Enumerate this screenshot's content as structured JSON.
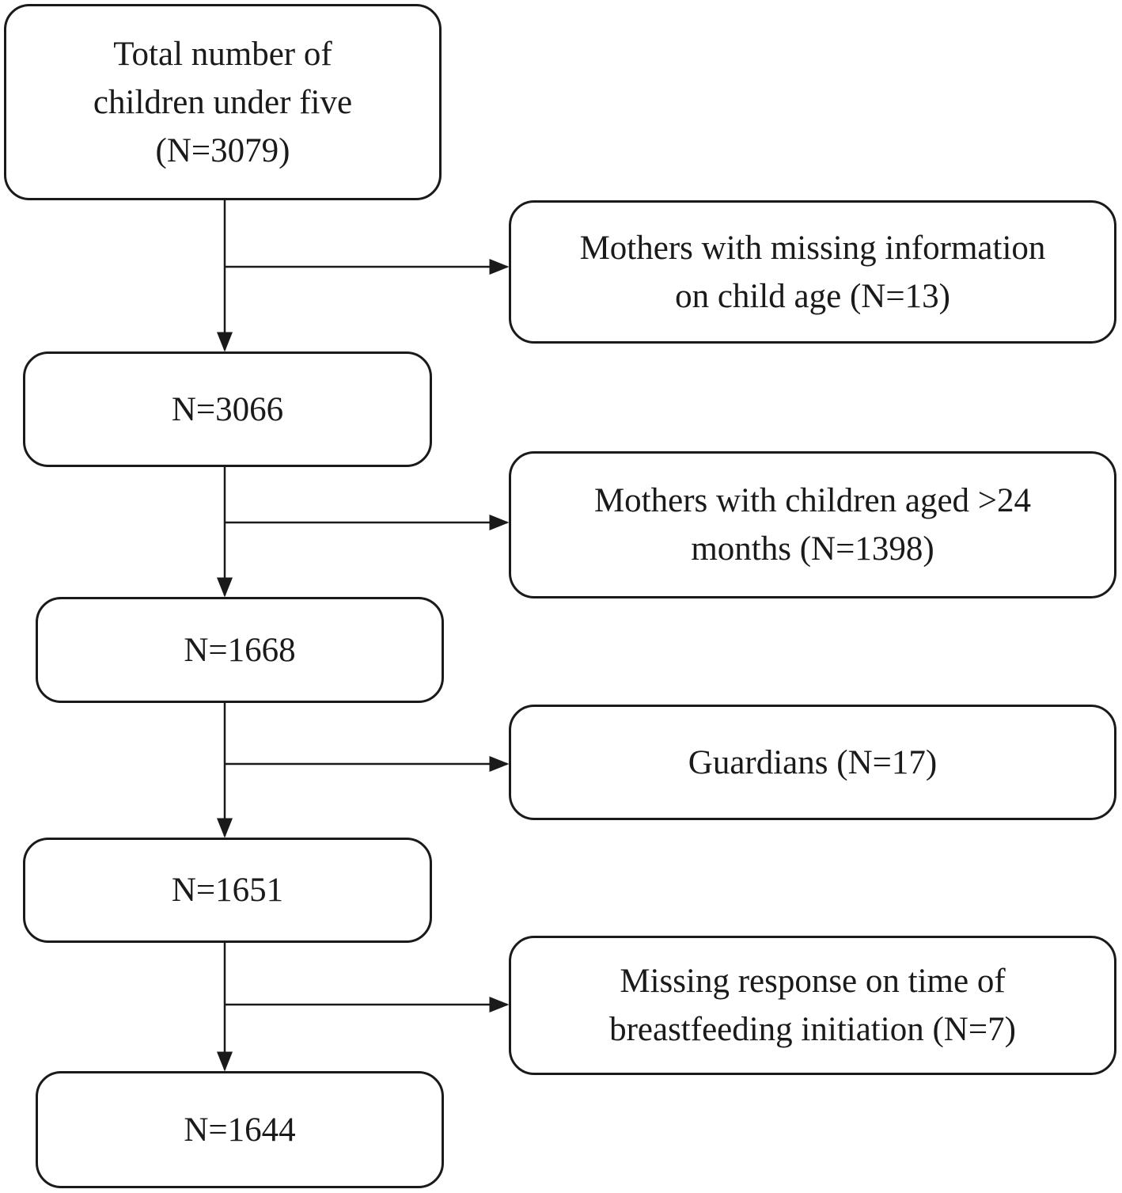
{
  "flow": {
    "main": [
      {
        "lines": [
          "Total number of",
          "children under five",
          "(N=3079)"
        ]
      },
      {
        "lines": [
          "N=3066"
        ]
      },
      {
        "lines": [
          "N=1668"
        ]
      },
      {
        "lines": [
          "N=1651"
        ]
      },
      {
        "lines": [
          "N=1644"
        ]
      }
    ],
    "excluded": [
      {
        "lines": [
          "Mothers with missing information",
          "on child age (N=13)"
        ]
      },
      {
        "lines": [
          "Mothers with children aged >24",
          "months (N=1398)"
        ]
      },
      {
        "lines": [
          "Guardians (N=17)"
        ]
      },
      {
        "lines": [
          "Missing response on time of",
          "breastfeeding initiation (N=7)"
        ]
      }
    ]
  }
}
